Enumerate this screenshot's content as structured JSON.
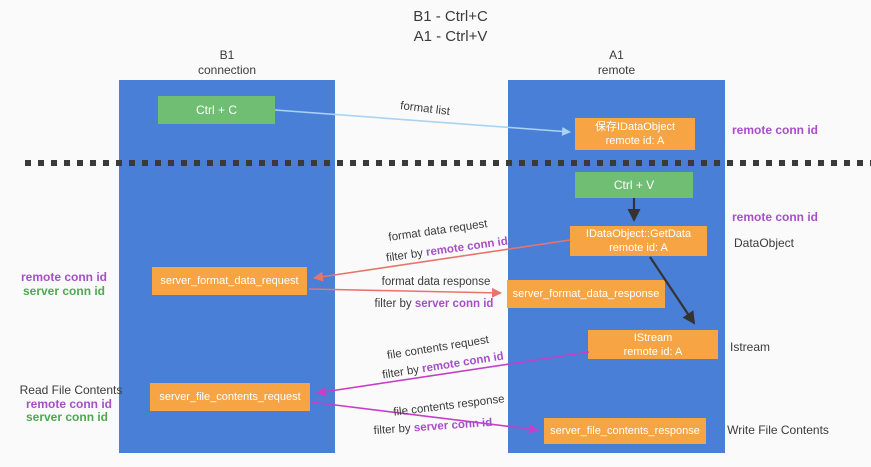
{
  "title": {
    "line1": "B1 - Ctrl+C",
    "line2": "A1 - Ctrl+V"
  },
  "lanes": {
    "left": {
      "name": "B1",
      "role": "connection"
    },
    "right": {
      "name": "A1",
      "role": "remote"
    }
  },
  "nodes": {
    "ctrl_c": {
      "label": "Ctrl + C"
    },
    "save_dataobject": {
      "line1": "保存IDataObject",
      "line2": "remote id: A"
    },
    "ctrl_v": {
      "label": "Ctrl + V"
    },
    "getdata": {
      "line1": "IDataObject::GetData",
      "line2": "remote id: A"
    },
    "format_request": {
      "label": "server_format_data_request"
    },
    "format_response": {
      "label": "server_format_data_response"
    },
    "istream": {
      "line1": "IStream",
      "line2": "remote id: A"
    },
    "file_request": {
      "label": "server_file_contents_request"
    },
    "file_response": {
      "label": "server_file_contents_response"
    }
  },
  "messages": {
    "format_list": "format list",
    "format_data_request": "format data request",
    "format_data_response": "format data response",
    "file_contents_request": "file contents request",
    "file_contents_response": "file contents response",
    "filter_by": "filter by ",
    "remote_conn_id": "remote conn id",
    "server_conn_id": "server conn id"
  },
  "side_labels": {
    "remote_conn_id": "remote conn id",
    "server_conn_id": "server conn id",
    "read_file_contents": "Read File Contents",
    "write_file_contents": "Write File Contents",
    "data_object": "DataObject",
    "istream": "Istream"
  },
  "colors": {
    "background": "#fafafa",
    "lane_blue": "#4a7fd7",
    "box_green": "#6fbe74",
    "box_orange": "#f7a544",
    "arrow_blue": "#a9d3f1",
    "arrow_salmon": "#e8756b",
    "arrow_magenta": "#c540c8",
    "arrow_black": "#333333",
    "text_purple": "#a84fc8",
    "text_green": "#4ea852",
    "dashed_line": "#3a3a3a"
  }
}
